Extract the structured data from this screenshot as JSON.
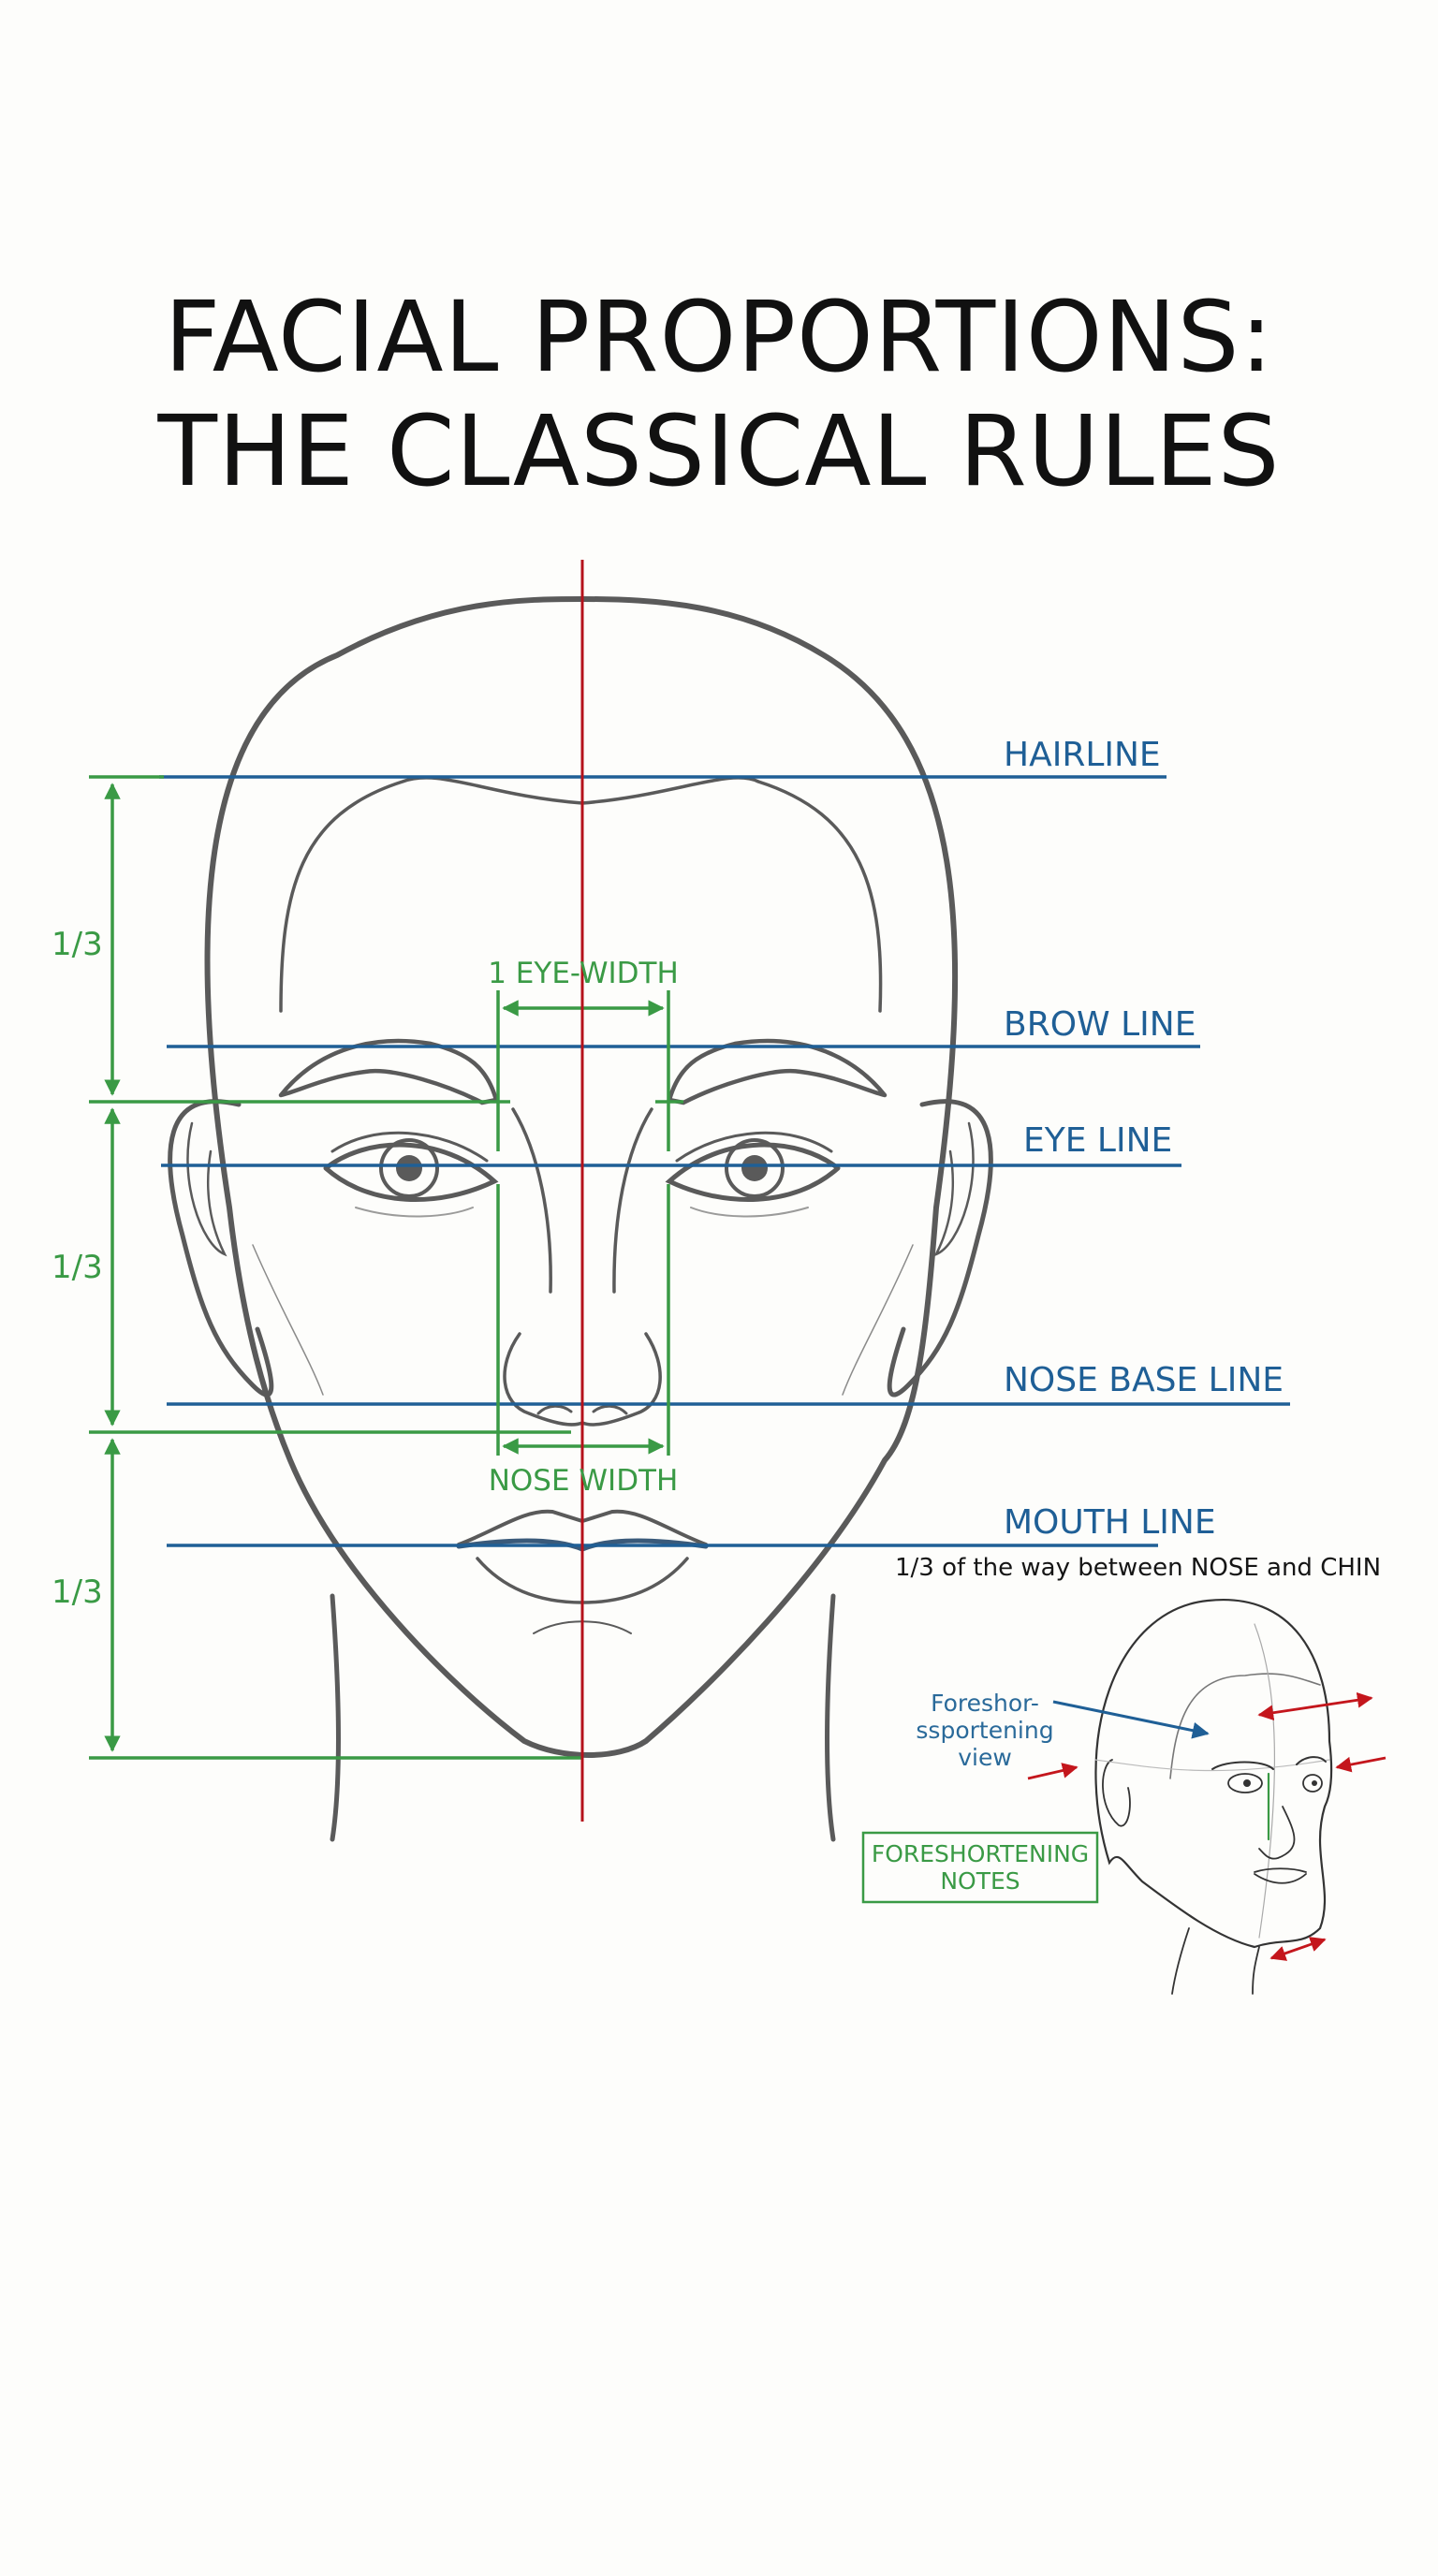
{
  "title": {
    "line1": "FACIAL PROPORTIONS:",
    "line2": "THE CLASSICAL RULES"
  },
  "guide_lines": [
    {
      "id": "hairline",
      "label": "HAIRLINE",
      "color": "#1f5f96"
    },
    {
      "id": "brow",
      "label": "BROW LINE",
      "color": "#1f5f96"
    },
    {
      "id": "eye",
      "label": "EYE LINE",
      "color": "#1f5f96"
    },
    {
      "id": "nose_base",
      "label": "NOSE BASE LINE",
      "color": "#1f5f96"
    },
    {
      "id": "mouth",
      "label": "MOUTH LINE",
      "color": "#1f5f96"
    }
  ],
  "mouth_note": "1/3 of the way between NOSE and CHIN",
  "thirds": [
    {
      "label": "1/3",
      "segment": "hairline to brow"
    },
    {
      "label": "1/3",
      "segment": "brow to nose base"
    },
    {
      "label": "1/3",
      "segment": "nose base to chin"
    }
  ],
  "measurements": {
    "eye_width": "1 EYE-WIDTH",
    "nose_width": "NOSE WIDTH"
  },
  "foreshortening": {
    "callout_line1": "Foreshor-",
    "callout_line2": "ssportening",
    "callout_line3": "view",
    "box_line1": "FORESHORTENING",
    "box_line2": "NOTES"
  },
  "colors": {
    "guide_blue": "#1f5f96",
    "proportion_green": "#3a9a45",
    "midline_red": "#b5121b",
    "sketch_gray": "#555555",
    "background": "#fdfdfb"
  }
}
